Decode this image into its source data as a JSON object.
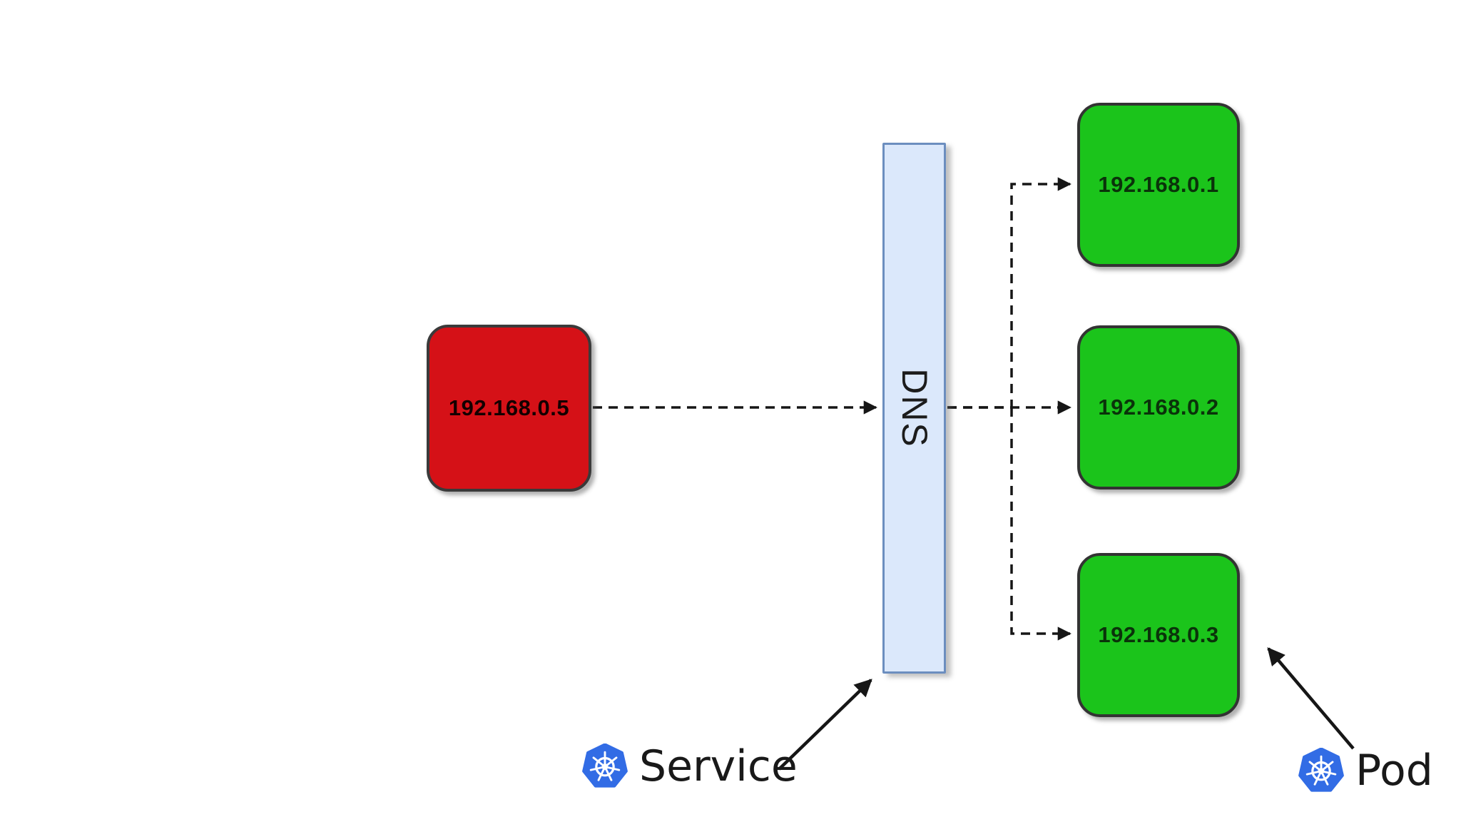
{
  "diagram": {
    "background_color": "#ffffff",
    "client_box": {
      "label": "192.168.0.5",
      "fill": "#d51117"
    },
    "dns_bar": {
      "label": "DNS",
      "fill": "#dbe8fb",
      "border": "#6c8ebf"
    },
    "pod_boxes": [
      {
        "label": "192.168.0.1"
      },
      {
        "label": "192.168.0.2"
      },
      {
        "label": "192.168.0.3"
      }
    ],
    "pod_fill": "#1bc41b",
    "arrow_color": "#161616",
    "legend": {
      "service_label": "Service",
      "pod_label": "Pod",
      "kubernetes_blue": "#326ce5"
    }
  }
}
